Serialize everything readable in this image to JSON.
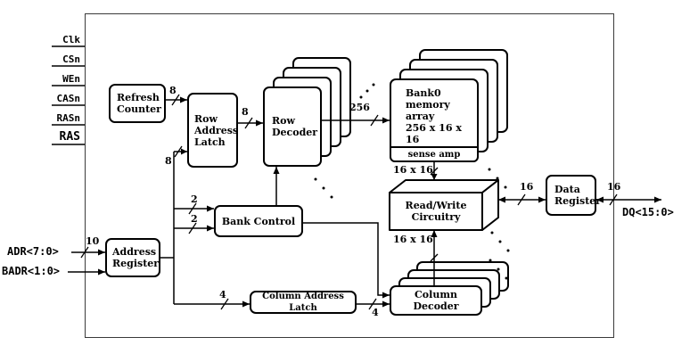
{
  "pins": {
    "clk": "Clk",
    "csn": "CSn",
    "wen": "WEn",
    "casn": "CASn",
    "rasn": "RASn",
    "ras": "RAS",
    "adr": "ADR<7:0>",
    "badr": "BADR<1:0>",
    "dq": "DQ<15:0>"
  },
  "blocks": {
    "refresh_counter": {
      "l1": "Refresh",
      "l2": "Counter"
    },
    "row_address_latch": {
      "l1": "Row",
      "l2": "Address",
      "l3": "Latch"
    },
    "row_decoder": {
      "l1": "Row",
      "l2": "Decoder"
    },
    "bank0": {
      "l1": "Bank0",
      "l2": "memory array",
      "l3": "256 x 16 x 16",
      "sense_amp": "sense amp"
    },
    "read_write_circuitry": {
      "l1": "Read/Write",
      "l2": "Circuitry"
    },
    "data_register": {
      "l1": "Data",
      "l2": "Register"
    },
    "bank_control": {
      "label": "Bank Control"
    },
    "address_register": {
      "l1": "Address",
      "l2": "Register"
    },
    "column_address_latch": {
      "label": "Column Address Latch"
    },
    "column_decoder": {
      "label": "Column Decoder"
    }
  },
  "bus": {
    "refresh_to_row_latch": "8",
    "addr_to_row_latch": "8",
    "row_latch_to_decoder": "8",
    "row_decoder_to_bank": "256",
    "addr_in": "10",
    "bank_control_a": "2",
    "bank_control_b": "2",
    "addr_to_col_latch": "4",
    "col_latch_to_col_decoder": "4",
    "sense_amp_to_rw": "16 x 16",
    "col_decoder_to_rw": "16 x 16",
    "rw_to_data_register": "16",
    "data_register_to_dq": "16"
  }
}
